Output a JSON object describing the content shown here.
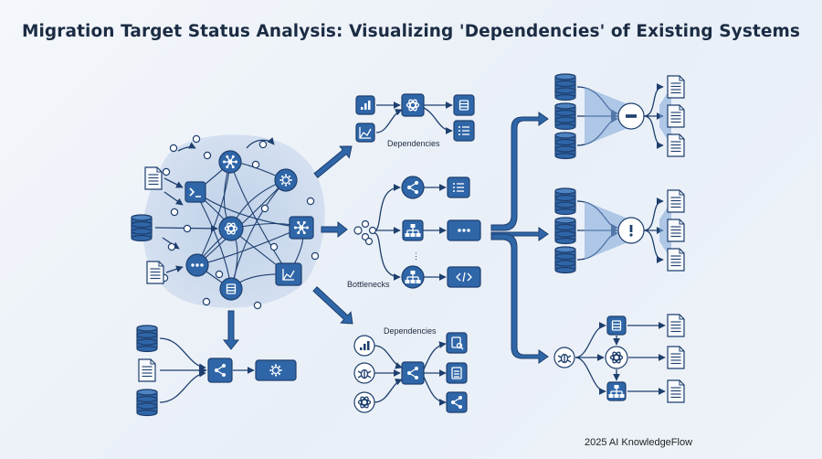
{
  "title": "Migration Target Status Analysis: Visualizing 'Dependencies' of Existing Systems",
  "labels": {
    "dependencies_top": "Dependencies",
    "bottlenecks": "Bottlenecks",
    "dependencies_bottom": "Dependencies",
    "ellipsis": "⋮"
  },
  "footer": "2025 AI KnowledgeFlow",
  "colors": {
    "accent": "#2f66a8",
    "dark": "#1e3f6e",
    "light_fill": "#c9d8ec",
    "highlight": "#7ea6d8"
  }
}
